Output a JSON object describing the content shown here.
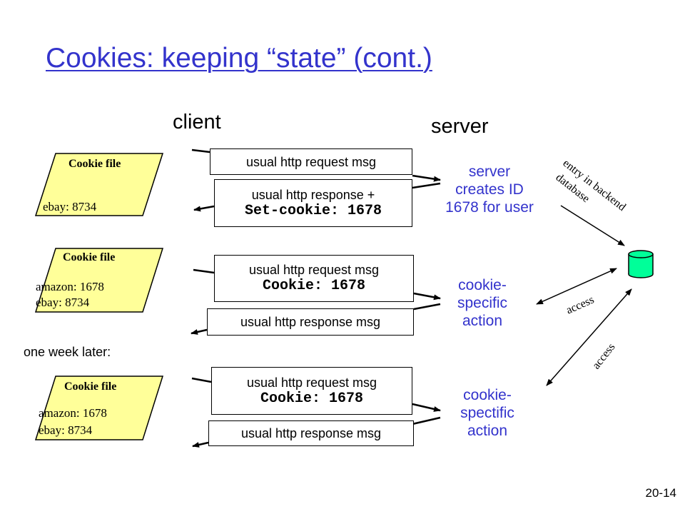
{
  "title": "Cookies: keeping “state” (cont.)",
  "headers": {
    "client": "client",
    "server": "server"
  },
  "cookie_files": [
    {
      "title": "Cookie file",
      "entries": [
        "ebay: 8734"
      ]
    },
    {
      "title": "Cookie file",
      "entries": [
        "amazon: 1678",
        "ebay: 8734"
      ]
    },
    {
      "title": "Cookie file",
      "entries": [
        "amazon: 1678",
        "ebay: 8734"
      ]
    }
  ],
  "one_week_later": "one week later:",
  "messages": [
    {
      "line1": "usual http request msg",
      "line2": ""
    },
    {
      "line1": "usual http response +",
      "line2": "Set-cookie: 1678"
    },
    {
      "line1": "usual http request msg",
      "line2": "Cookie: 1678"
    },
    {
      "line1": "usual http response msg",
      "line2": ""
    },
    {
      "line1": "usual http request msg",
      "line2": "Cookie: 1678"
    },
    {
      "line1": "usual http response msg",
      "line2": ""
    }
  ],
  "server_actions": [
    {
      "lines": [
        "server",
        "creates ID",
        "1678 for user"
      ]
    },
    {
      "lines": [
        "cookie-",
        "specific",
        "action"
      ]
    },
    {
      "lines": [
        "cookie-",
        "spectific",
        "action"
      ]
    }
  ],
  "database": {
    "label_line1": "entry in backend",
    "label_line2": "database",
    "access1": "access",
    "access2": "access"
  },
  "colors": {
    "title": "#3333cc",
    "cookie_file_fill": "#ffff99",
    "database_fill": "#00ff99",
    "server_text": "#3333cc"
  },
  "slide_number": "20-14"
}
